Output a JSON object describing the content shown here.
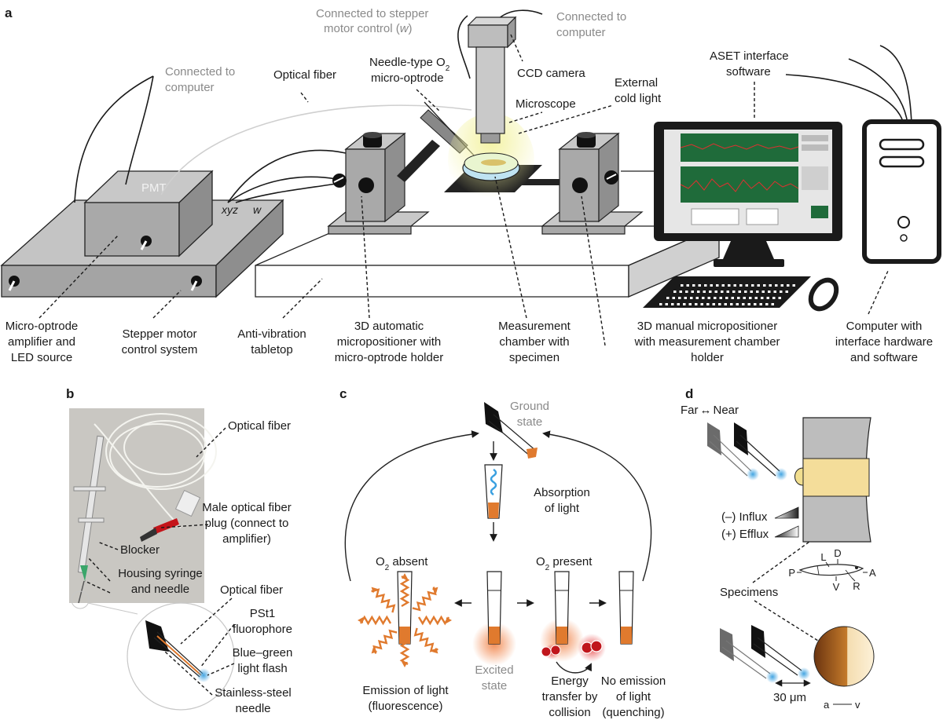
{
  "panels": {
    "a": "a",
    "b": "b",
    "c": "c",
    "d": "d"
  },
  "panel_a": {
    "conn_stepper_1": "Connected to stepper",
    "conn_stepper_2": "motor control (",
    "conn_stepper_w": "w",
    "conn_stepper_close": ")",
    "conn_computer_top_1": "Connected to",
    "conn_computer_top_2": "computer",
    "conn_computer_left_1": "Connected to",
    "conn_computer_left_2": "computer",
    "optical_fiber": "Optical fiber",
    "needle_1": "Needle-type O",
    "needle_sub": "2",
    "needle_2": "micro-optrode",
    "ccd_camera": "CCD camera",
    "microscope": "Microscope",
    "cold_light_1": "External",
    "cold_light_2": "cold light",
    "aset_1": "ASET interface",
    "aset_2": "software",
    "pmt": "PMT",
    "xyz": "xyz",
    "w": "w",
    "bottom_labels": {
      "amp_1": "Micro-optrode",
      "amp_2": "amplifier and",
      "amp_3": "LED source",
      "stepper_1": "Stepper motor",
      "stepper_2": "control system",
      "table_1": "Anti-vibration",
      "table_2": "tabletop",
      "auto_1": "3D automatic",
      "auto_2": "micropositioner with",
      "auto_3": "micro-optrode holder",
      "chamber_1": "Measurement",
      "chamber_2": "chamber with",
      "chamber_3": "specimen",
      "manual_1": "3D manual micropositioner",
      "manual_2": "with measurement chamber",
      "manual_3": "holder",
      "computer_1": "Computer with",
      "computer_2": "interface hardware",
      "computer_3": "and software"
    }
  },
  "panel_b": {
    "optical_fiber": "Optical fiber",
    "plug_1": "Male optical fiber",
    "plug_2": "plug (connect to",
    "plug_3": "amplifier)",
    "blocker": "Blocker",
    "housing_1": "Housing syringe",
    "housing_2": "and needle",
    "zoom_fiber": "Optical fiber",
    "pst1_1": "PSt1",
    "pst1_2": "fluorophore",
    "flash_1": "Blue–green",
    "flash_2": "light flash",
    "steel_1": "Stainless-steel",
    "steel_2": "needle"
  },
  "panel_c": {
    "ground_1": "Ground",
    "ground_2": "state",
    "absorption_1": "Absorption",
    "absorption_2": "of light",
    "o2_absent": "O",
    "o2_absent_sub": "2",
    "o2_absent_rest": " absent",
    "o2_present": "O",
    "o2_present_sub": "2",
    "o2_present_rest": " present",
    "excited_1": "Excited",
    "excited_2": "state",
    "emission_1": "Emission of light",
    "emission_2": "(fluorescence)",
    "energy_1": "Energy",
    "energy_2": "transfer by",
    "energy_3": "collision",
    "noemission_1": "No emission",
    "noemission_2": "of light",
    "noemission_3": "(quenching)"
  },
  "panel_d": {
    "far_near_far": "Far",
    "far_near_arrow": "↔",
    "far_near_near": "Near",
    "influx": "(–) Influx",
    "efflux": "(+) Efflux",
    "specimens": "Specimens",
    "axis_L": "L",
    "axis_D": "D",
    "axis_P": "P",
    "axis_A": "A",
    "axis_V": "V",
    "axis_R": "R",
    "distance": "30 μm",
    "egg_a": "a",
    "egg_v": "v"
  },
  "colors": {
    "orange": "#e07a2e",
    "blue": "#3aa0e0",
    "red": "#c0161c",
    "screen_green": "#1f6b3a",
    "gray_text": "#8a8a8a"
  }
}
